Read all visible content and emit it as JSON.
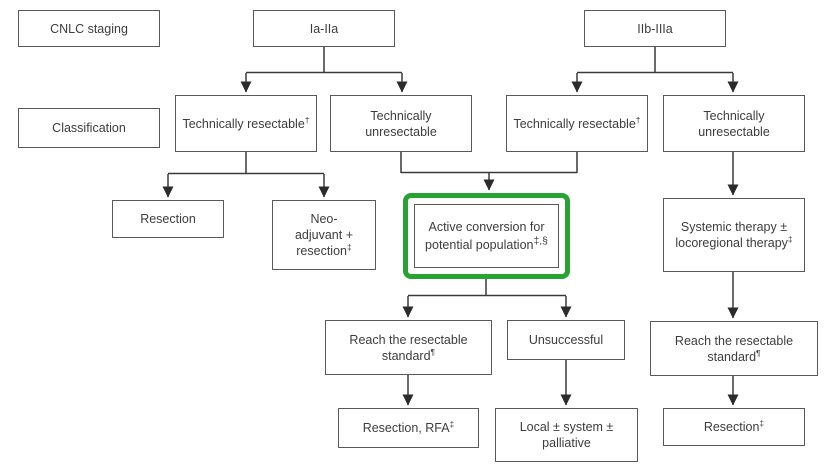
{
  "diagram": {
    "type": "flowchart",
    "nodes": {
      "cnlc_staging": {
        "label": "CNLC staging"
      },
      "classification": {
        "label": "Classification"
      },
      "stage_ia_iia": {
        "label": "Ia-IIa"
      },
      "stage_iib_iiia": {
        "label": "IIb-IIIa"
      },
      "tech_resectable_left": {
        "label": "Technically resectable",
        "sup": "†"
      },
      "tech_unresectable_left": {
        "label": "Technically unresectable"
      },
      "tech_resectable_right": {
        "label": "Technically resectable",
        "sup": "†"
      },
      "tech_unresectable_right": {
        "label": "Technically unresectable"
      },
      "resection": {
        "label": "Resection"
      },
      "neo_adjuvant_resection": {
        "label": "Neo-adjuvant + resection",
        "sup": "‡"
      },
      "active_conversion": {
        "label": "Active conversion for potential population",
        "sup": "‡,§"
      },
      "systemic_therapy": {
        "label": "Systemic therapy ± locoregional therapy",
        "sup": "‡"
      },
      "reach_standard_left": {
        "label": "Reach the resectable standard",
        "sup": "¶"
      },
      "unsuccessful": {
        "label": "Unsuccessful"
      },
      "reach_standard_right": {
        "label": "Reach the resectable standard",
        "sup": "¶"
      },
      "resection_rfa": {
        "label": "Resection, RFA",
        "sup": "‡"
      },
      "local_system_palliative": {
        "label": "Local ± system ± palliative"
      },
      "resection_right": {
        "label": "Resection",
        "sup": "‡"
      }
    },
    "highlight": {
      "highlighted_node": "active_conversion",
      "color": "#26a333"
    },
    "colors": {
      "box_border": "#58595b",
      "connector": "#3a3a3a",
      "text": "#3d3d3d",
      "background": "#ffffff"
    }
  }
}
